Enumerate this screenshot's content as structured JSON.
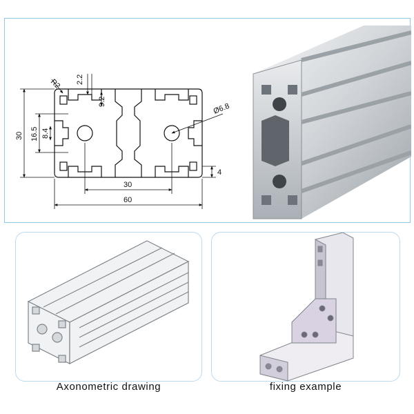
{
  "dimensions": {
    "radius": "R2",
    "slot_top": "2.2",
    "slot_depth": "9.2",
    "hole_diameter": "Ø6.8",
    "height": "30",
    "inner_height": "16.5",
    "slot_width": "8.4",
    "bottom_lip": "4",
    "center_spacing": "30",
    "width": "60"
  },
  "captions": {
    "axonometric": "Axonometric drawing",
    "fixing": "fixing example"
  },
  "colors": {
    "panel_border": "#8fc8e8",
    "card_border": "#bcd9ec",
    "aluminum_light": "#e8eaec",
    "aluminum_dark": "#9aa1a7"
  }
}
